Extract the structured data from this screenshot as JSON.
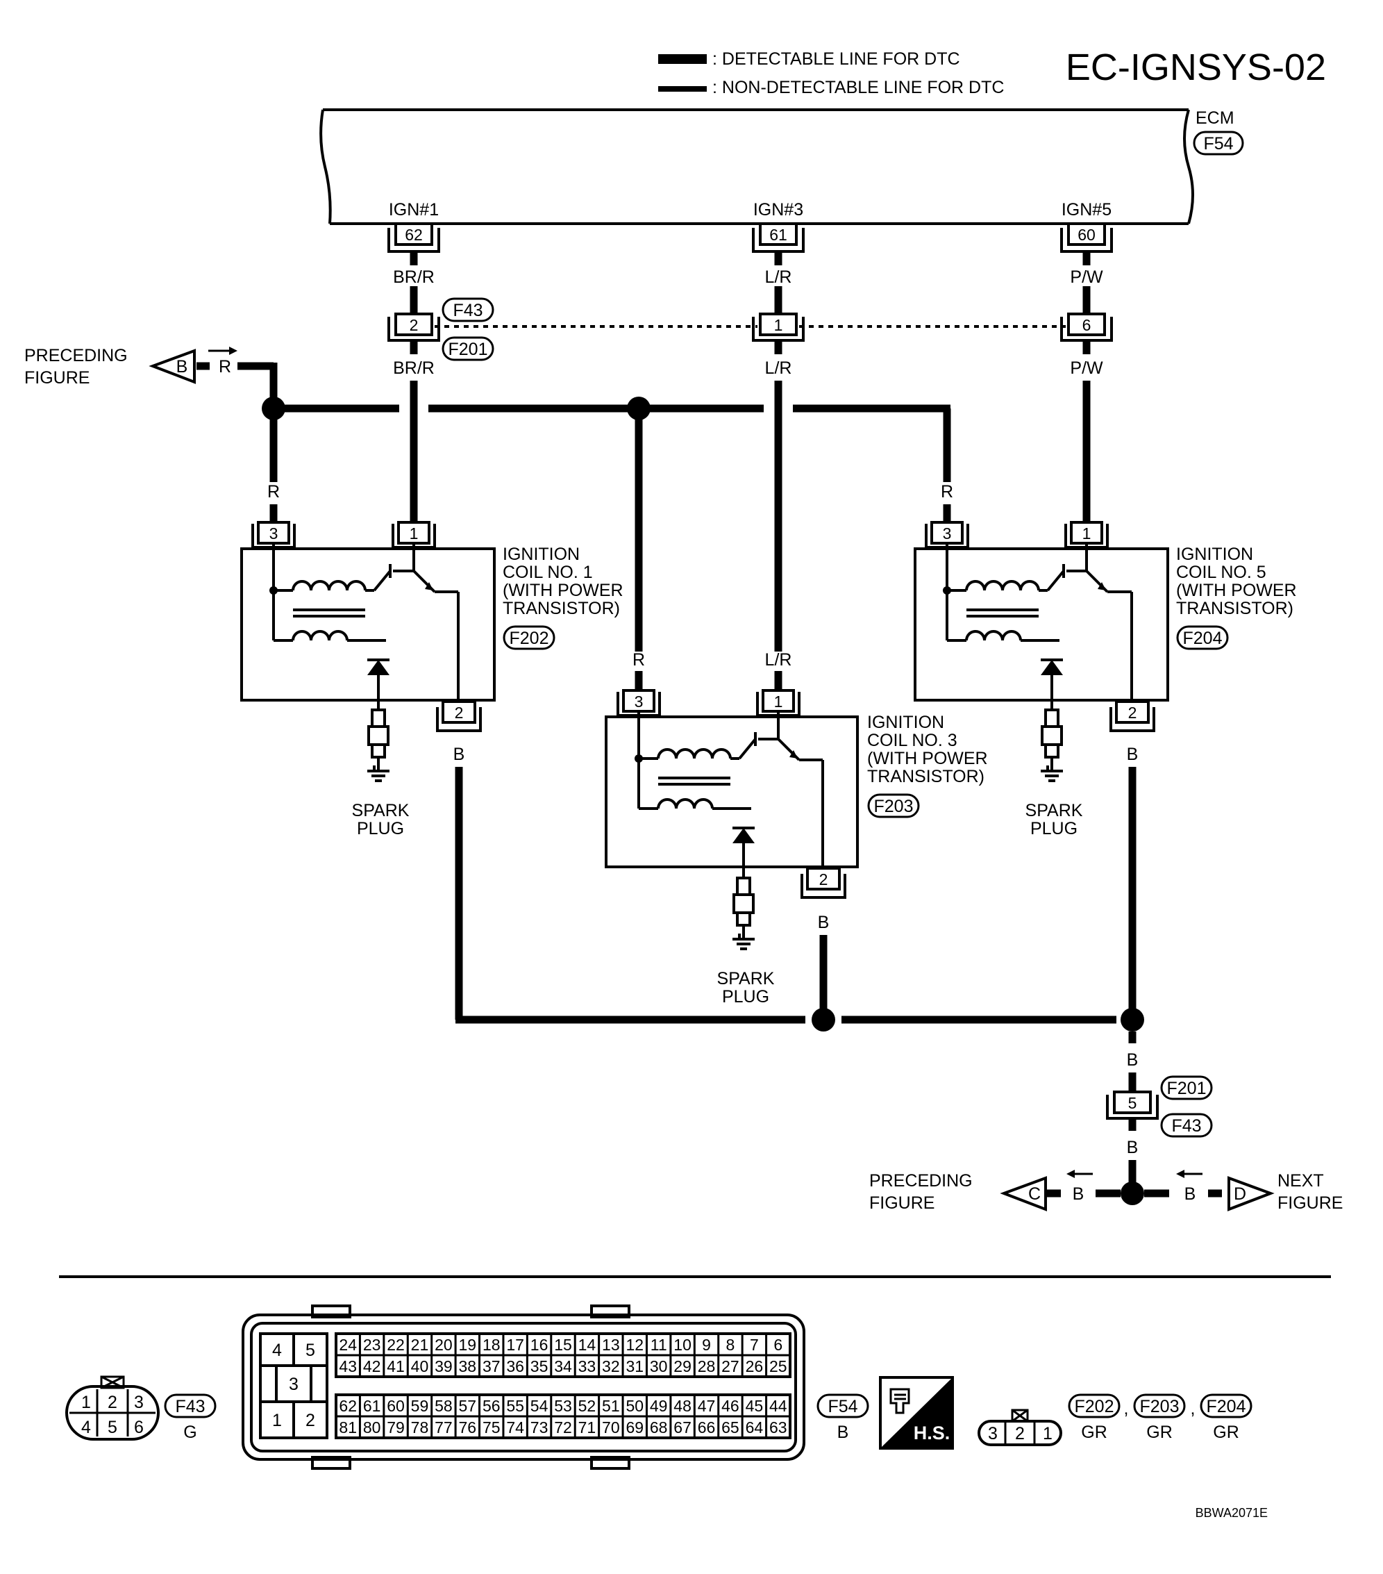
{
  "diagram_id": "EC-IGNSYS-02",
  "footer_code": "BBWA2071E",
  "legend": {
    "detectable": ": DETECTABLE LINE FOR DTC",
    "non_detectable": ": NON-DETECTABLE LINE FOR DTC"
  },
  "ecm": {
    "label": "ECM",
    "connector": "F54",
    "terminals": [
      {
        "name": "IGN#1",
        "pin": "62",
        "wire": "BR/R"
      },
      {
        "name": "IGN#3",
        "pin": "61",
        "wire": "L/R"
      },
      {
        "name": "IGN#5",
        "pin": "60",
        "wire": "P/W"
      }
    ]
  },
  "harness_connector": {
    "top": "F43",
    "bottom": "F201",
    "pins": [
      "2",
      "1",
      "6"
    ],
    "wires_below": [
      "BR/R",
      "L/R",
      "P/W"
    ]
  },
  "preceding_b": {
    "text": [
      "PRECEDING",
      "FIGURE"
    ],
    "letter": "B",
    "wire": "R"
  },
  "coils": [
    {
      "lines": [
        "IGNITION",
        "COIL NO. 1",
        "(WITH POWER",
        "TRANSISTOR)"
      ],
      "connector": "F202",
      "pins": [
        "3",
        "1",
        "2"
      ],
      "wire_r": "R",
      "wire_b": "B"
    },
    {
      "lines": [
        "IGNITION",
        "COIL NO. 3",
        "(WITH POWER",
        "TRANSISTOR)"
      ],
      "connector": "F203",
      "pins": [
        "3",
        "1",
        "2"
      ],
      "wire_r": "R",
      "wire_sig": "L/R",
      "wire_b": "B"
    },
    {
      "lines": [
        "IGNITION",
        "COIL NO. 5",
        "(WITH POWER",
        "TRANSISTOR)"
      ],
      "connector": "F204",
      "pins": [
        "3",
        "1",
        "2"
      ],
      "wire_r": "R",
      "wire_b": "B"
    }
  ],
  "spark_plug": [
    "SPARK",
    "PLUG"
  ],
  "ground_path": {
    "wire_top": "B",
    "connector_top": "F201",
    "pin": "5",
    "connector_bottom": "F43",
    "wire_bottom": "B"
  },
  "preceding_c": {
    "text": [
      "PRECEDING",
      "FIGURE"
    ],
    "letter": "C",
    "wire": "B"
  },
  "next_d": {
    "text": [
      "NEXT",
      "FIGURE"
    ],
    "letter": "D",
    "wire": "B"
  },
  "connector_views": {
    "f43": {
      "name": "F43",
      "color": "G",
      "pins_top": [
        "1",
        "2",
        "3"
      ],
      "pins_bottom": [
        "4",
        "5",
        "6"
      ]
    },
    "f54": {
      "name": "F54",
      "color": "B",
      "left_pins": [
        "4",
        "5",
        "3",
        "1",
        "2"
      ],
      "row1": [
        "24",
        "23",
        "22",
        "21",
        "20",
        "19",
        "18",
        "17",
        "16",
        "15",
        "14",
        "13",
        "12",
        "11",
        "10",
        "9",
        "8",
        "7",
        "6"
      ],
      "row2": [
        "43",
        "42",
        "41",
        "40",
        "39",
        "38",
        "37",
        "36",
        "35",
        "34",
        "33",
        "32",
        "31",
        "30",
        "29",
        "28",
        "27",
        "26",
        "25"
      ],
      "row3": [
        "62",
        "61",
        "60",
        "59",
        "58",
        "57",
        "56",
        "55",
        "54",
        "53",
        "52",
        "51",
        "50",
        "49",
        "48",
        "47",
        "46",
        "45",
        "44"
      ],
      "row4": [
        "81",
        "80",
        "79",
        "78",
        "77",
        "76",
        "75",
        "74",
        "73",
        "72",
        "71",
        "70",
        "69",
        "68",
        "67",
        "66",
        "65",
        "64",
        "63"
      ]
    },
    "hs_label": "H.S.",
    "coil_connector": {
      "pins": [
        "3",
        "2",
        "1"
      ]
    },
    "coil_names": [
      {
        "name": "F202",
        "color": "GR"
      },
      {
        "name": "F203",
        "color": "GR"
      },
      {
        "name": "F204",
        "color": "GR"
      }
    ],
    "separator": ","
  }
}
